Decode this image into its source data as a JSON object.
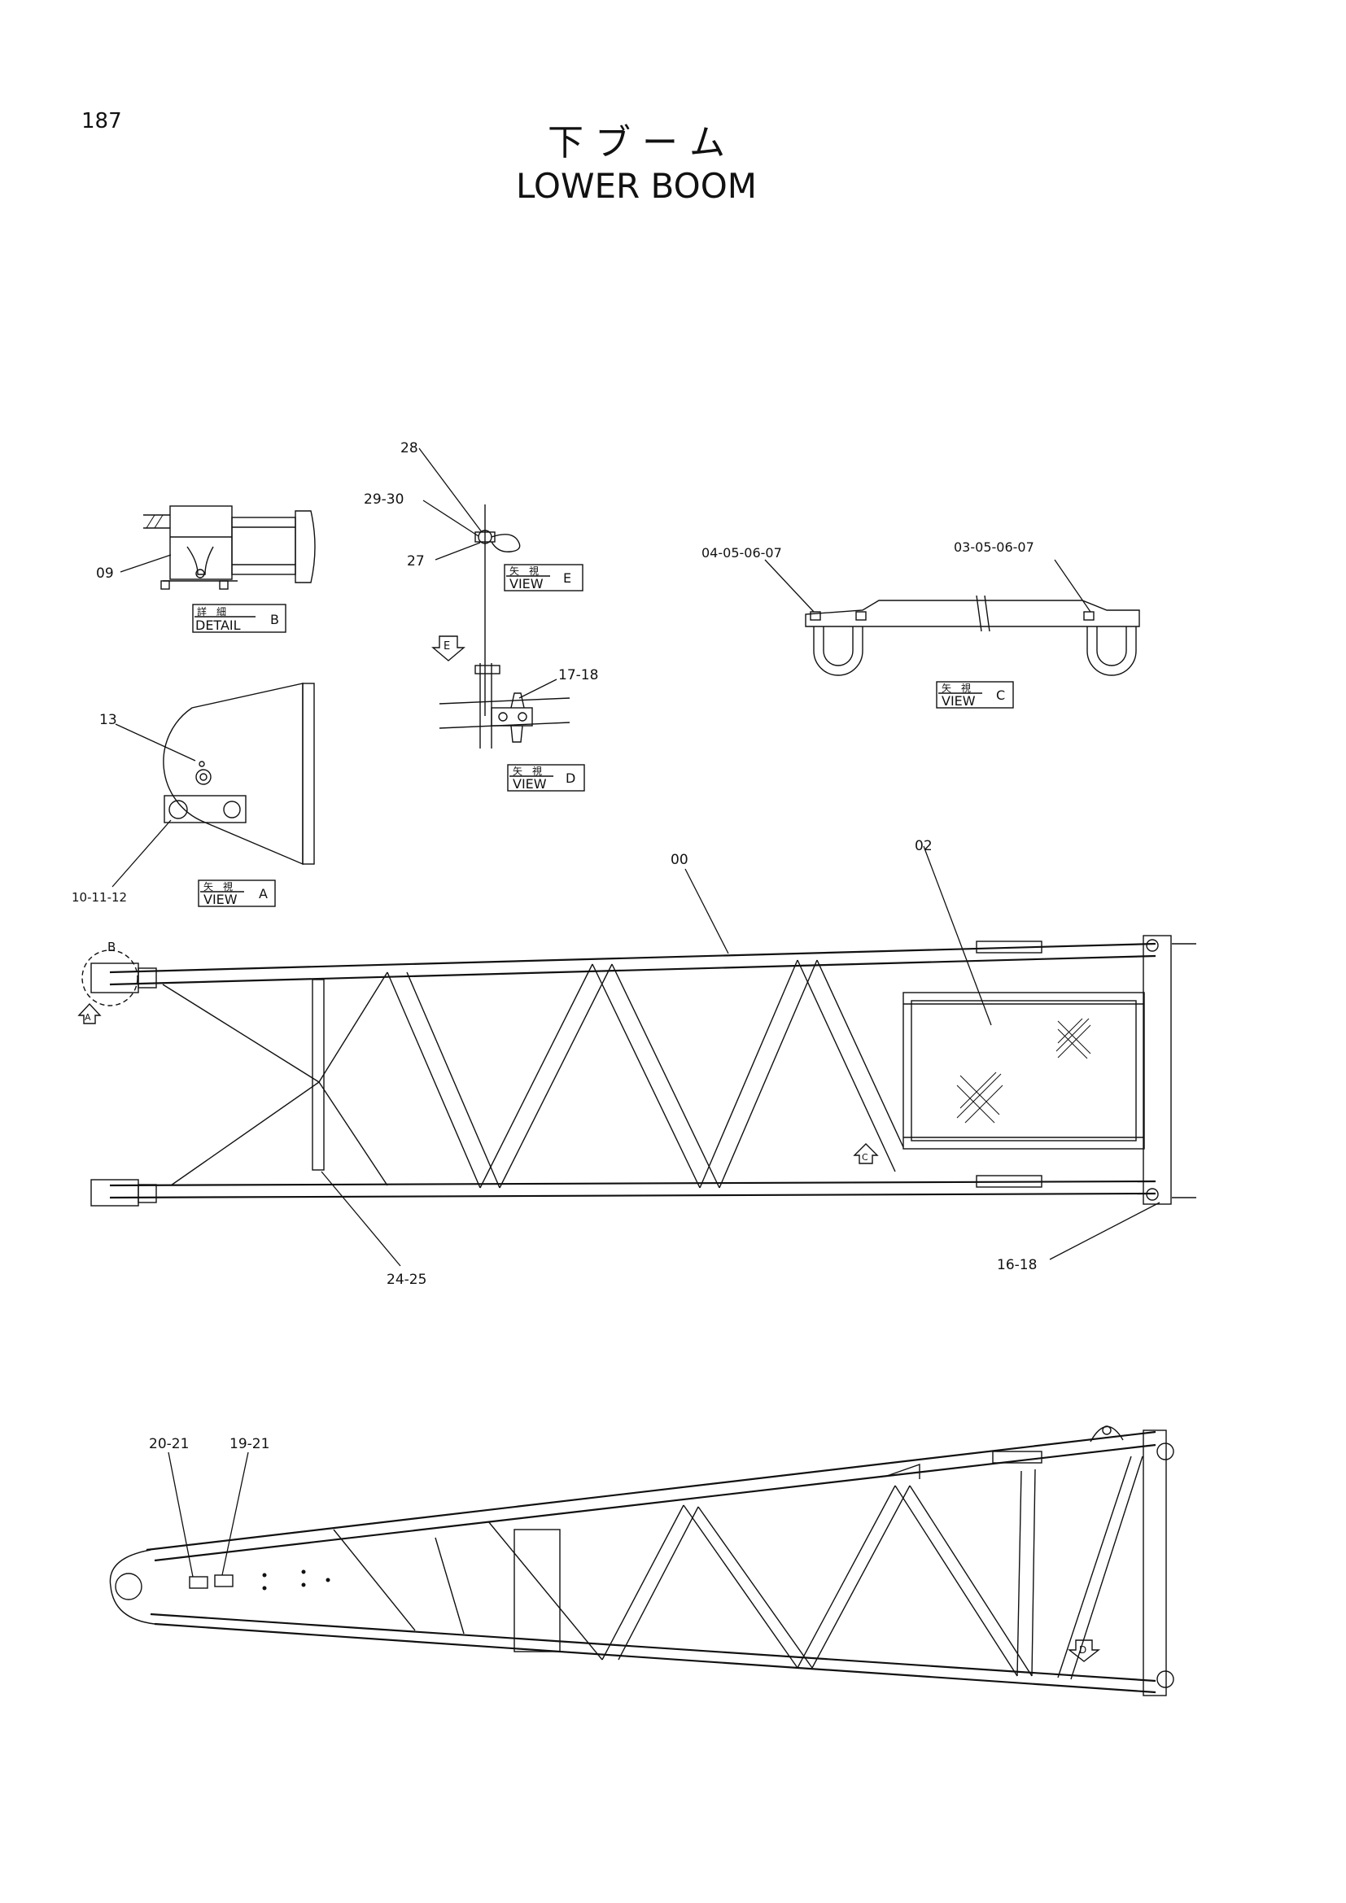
{
  "page_number": "187",
  "title_jp": "下 ブ ー ム",
  "title_en": "LOWER BOOM",
  "views": {
    "detail_b": {
      "jp": "詳　細",
      "en": "DETAIL",
      "letter": "B"
    },
    "view_e": {
      "jp": "矢　視",
      "en": "VIEW",
      "letter": "E"
    },
    "view_d": {
      "jp": "矢　視",
      "en": "VIEW",
      "letter": "D"
    },
    "view_c": {
      "jp": "矢　視",
      "en": "VIEW",
      "letter": "C"
    },
    "view_a": {
      "jp": "矢　視",
      "en": "VIEW",
      "letter": "A"
    }
  },
  "markers": {
    "a": "A",
    "b": "B",
    "c": "C",
    "d": "D",
    "e": "E"
  },
  "callouts": {
    "c09": "09",
    "c28": "28",
    "c29_30": "29-30",
    "c27": "27",
    "c17_18": "17-18",
    "c04_07": "04-05-06-07",
    "c03_07": "03-05-06-07",
    "c13": "13",
    "c10_12": "10-11-12",
    "c00": "00",
    "c02": "02",
    "c24_25": "24-25",
    "c16_18": "16-18",
    "c20_21": "20-21",
    "c19_21": "19-21"
  }
}
